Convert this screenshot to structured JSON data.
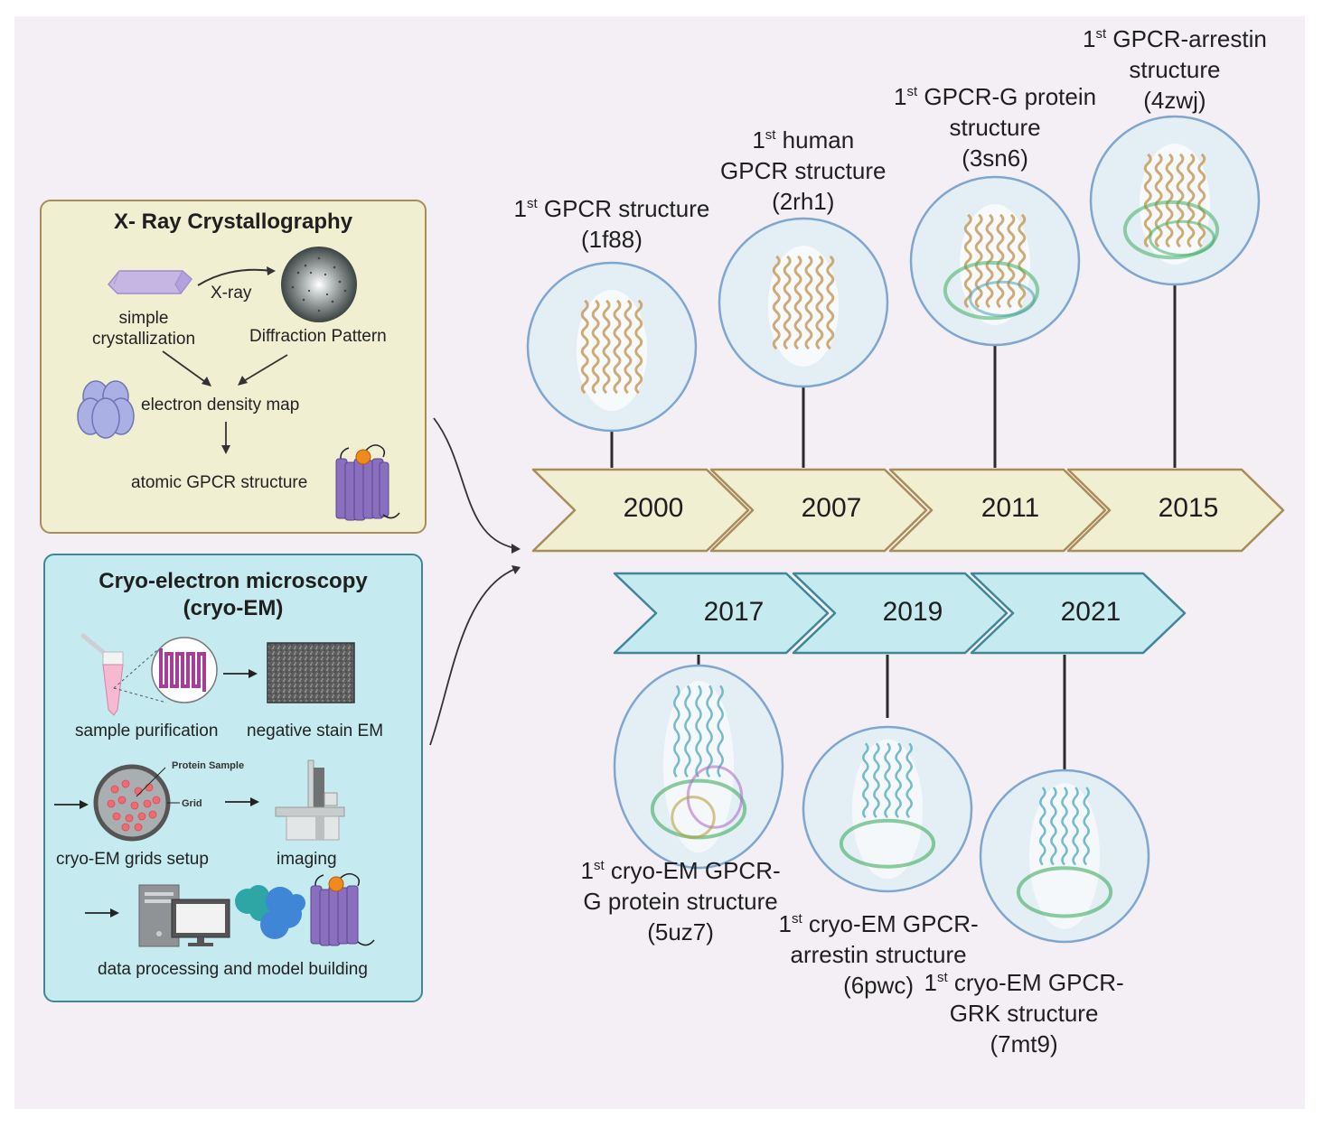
{
  "xray_panel": {
    "title": "X- Ray Crystallography",
    "arrow_label": "X-ray",
    "crystal_label_line1": "simple",
    "crystal_label_line2": "crystallization",
    "diffraction_label": "Diffraction Pattern",
    "density_label": "electron density map",
    "structure_label": "atomic GPCR structure",
    "colors": {
      "fill": "#f1efd2",
      "border": "#a98c56"
    }
  },
  "cryo_panel": {
    "title_line1": "Cryo-electron microscopy",
    "title_line2": "(cryo-EM)",
    "sample_label": "sample purification",
    "stain_label": "negative stain EM",
    "protein_sample_callout": "Protein Sample",
    "grid_callout": "Grid",
    "grids_label": "cryo-EM grids setup",
    "imaging_label": "imaging",
    "processing_label": "data processing and model building",
    "colors": {
      "fill": "#c5eaf0",
      "border": "#3f8699"
    }
  },
  "timeline": {
    "xray_color": "#f1efd2",
    "xray_border": "#a98c56",
    "cryo_color": "#c5eaf0",
    "cryo_border": "#3f8699",
    "xray_milestones": [
      {
        "year": "2000",
        "ordinal": "1",
        "suffix": "st",
        "lines": [
          " GPCR structure",
          "(1f88)"
        ],
        "pdb": "1f88"
      },
      {
        "year": "2007",
        "ordinal": "1",
        "suffix": "st",
        "lines": [
          " human",
          "GPCR structure",
          "(2rh1)"
        ],
        "pdb": "2rh1"
      },
      {
        "year": "2011",
        "ordinal": "1",
        "suffix": "st",
        "lines": [
          " GPCR-G protein",
          "structure",
          "(3sn6)"
        ],
        "pdb": "3sn6"
      },
      {
        "year": "2015",
        "ordinal": "1",
        "suffix": "st",
        "lines": [
          " GPCR-arrestin",
          "structure",
          "(4zwj)"
        ],
        "pdb": "4zwj"
      }
    ],
    "cryo_milestones": [
      {
        "year": "2017",
        "ordinal": "1",
        "suffix": "st",
        "lines": [
          " cryo-EM GPCR-",
          "G protein structure",
          "(5uz7)"
        ],
        "pdb": "5uz7"
      },
      {
        "year": "2019",
        "ordinal": "1",
        "suffix": "st",
        "lines": [
          " cryo-EM GPCR-",
          "arrestin structure",
          "(6pwc)"
        ],
        "pdb": "6pwc"
      },
      {
        "year": "2021",
        "ordinal": "1",
        "suffix": "st",
        "lines": [
          " cryo-EM GPCR-",
          "GRK structure",
          "(7mt9)"
        ],
        "pdb": "7mt9"
      }
    ]
  },
  "icons": {
    "crystal": "crystal-icon",
    "diffraction": "diffraction-pattern-icon",
    "density": "electron-density-icon",
    "gpcr": "gpcr-7tm-icon",
    "tube": "sample-tube-icon",
    "micrograph": "micrograph-icon",
    "grid": "em-grid-icon",
    "microscope": "electron-microscope-icon",
    "computer": "computer-icon",
    "map": "density-map-icon"
  }
}
